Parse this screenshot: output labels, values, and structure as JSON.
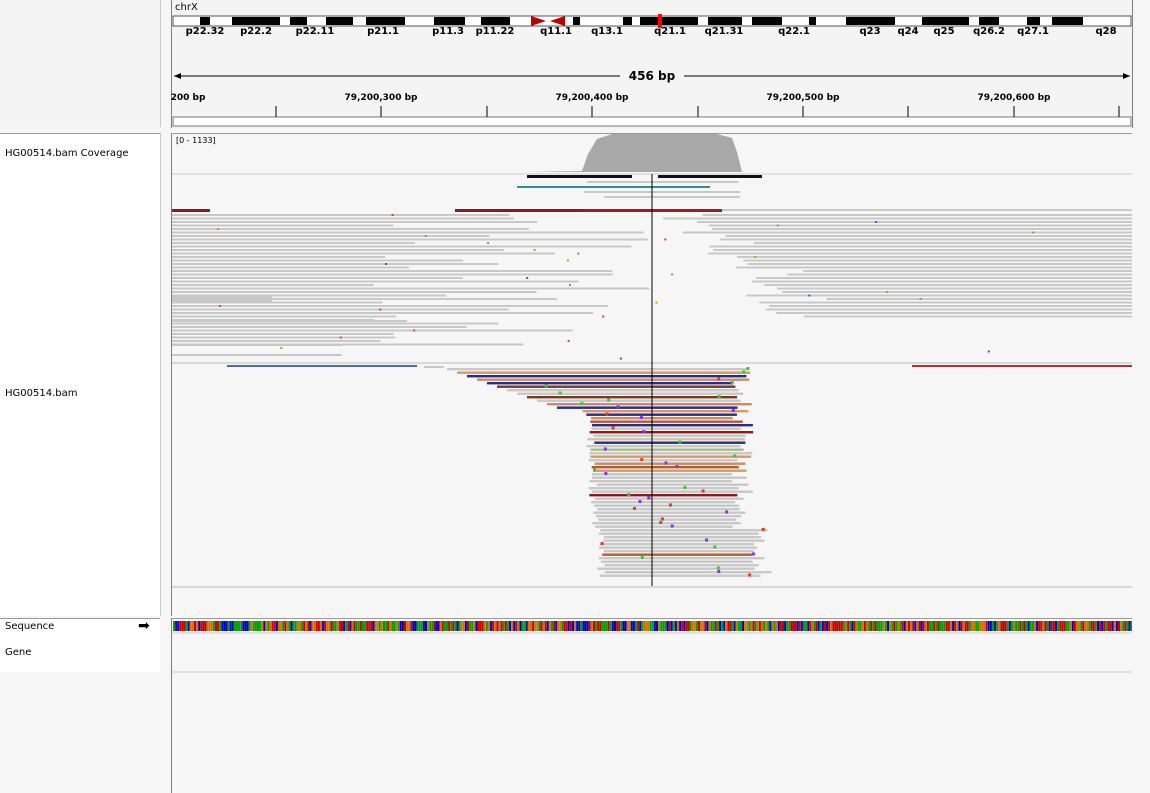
{
  "chromosome": {
    "name": "chrX",
    "bands": [
      "p22.32",
      "p22.2",
      "p22.11",
      "p21.1",
      "p11.3",
      "p11.22",
      "q11.1",
      "q13.1",
      "q21.1",
      "q21.31",
      "q22.1",
      "q23",
      "q24",
      "q25",
      "q26.2",
      "q27.1",
      "q28"
    ]
  },
  "ruler": {
    "span_label": "456 bp",
    "tick_labels": [
      "200 bp",
      "79,200,300 bp",
      "79,200,400 bp",
      "79,200,500 bp",
      "79,200,600 bp"
    ]
  },
  "tracks": {
    "coverage_name": "HG00514.bam Coverage",
    "coverage_range": "[0 - 1133]",
    "alignment_name": "HG00514.bam",
    "sequence_name": "Sequence",
    "gene_name": "Gene"
  },
  "icons": {
    "sequence_strand": "arrow-right-icon"
  },
  "colors": {
    "coverage": "#a8a8a8",
    "read": "#c8c8c8",
    "centromere": "#cc0000",
    "cytoband_marker": "#ff0000"
  }
}
